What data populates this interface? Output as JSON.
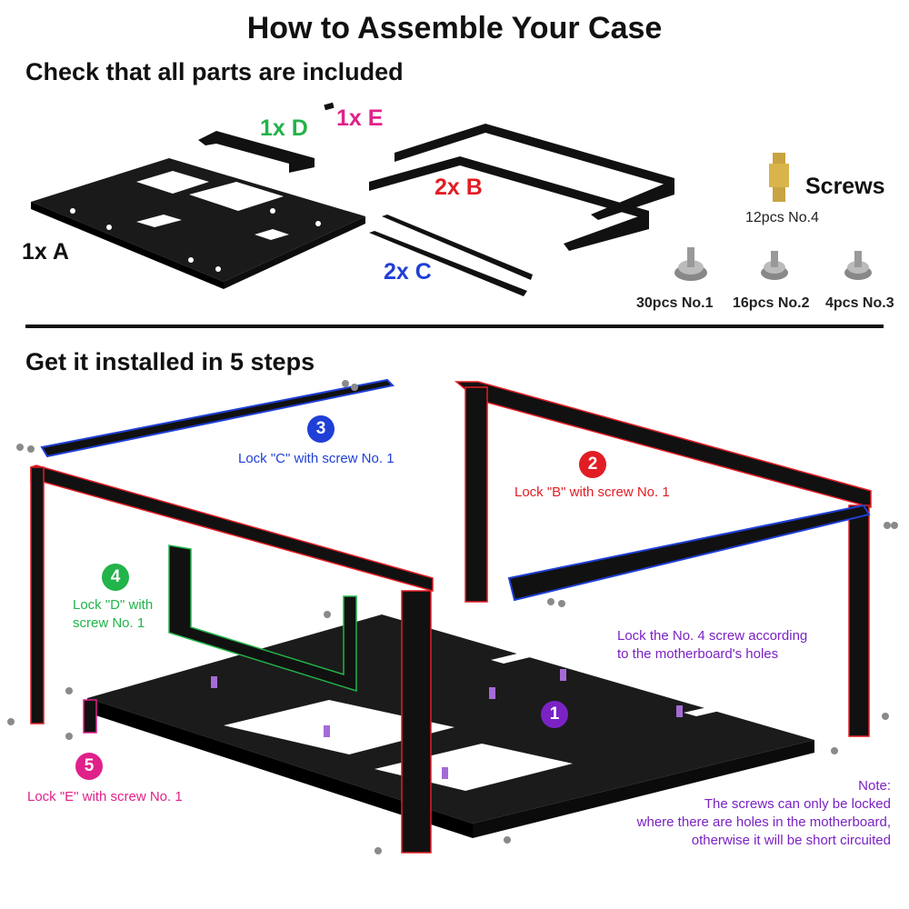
{
  "header": {
    "title": "How to Assemble Your Case",
    "parts_heading": "Check that all parts are included",
    "steps_heading": "Get it installed in 5 steps"
  },
  "parts": {
    "a": {
      "label": "1x A",
      "color": "#111111"
    },
    "b": {
      "label": "2x B",
      "color": "#e11d24"
    },
    "c": {
      "label": "2x C",
      "color": "#1f3fd6"
    },
    "d": {
      "label": "1x D",
      "color": "#22b34a"
    },
    "e": {
      "label": "1x E",
      "color": "#e0218a"
    }
  },
  "screws": {
    "heading": "Screws",
    "no4": "12pcs No.4",
    "no1": "30pcs No.1",
    "no2": "16pcs No.2",
    "no3": "4pcs No.3"
  },
  "steps": [
    {
      "number": "1",
      "color": "#7b22c4",
      "text": "Lock the No. 4 screw according",
      "text2": "to the motherboard's holes"
    },
    {
      "number": "2",
      "color": "#e11d24",
      "text": "Lock \"B\" with screw No. 1"
    },
    {
      "number": "3",
      "color": "#1f3fd6",
      "text": "Lock \"C\" with screw No. 1"
    },
    {
      "number": "4",
      "color": "#22b34a",
      "text": "Lock \"D\" with",
      "text2": "screw No. 1"
    },
    {
      "number": "5",
      "color": "#e0218a",
      "text": "Lock \"E\" with screw No. 1"
    }
  ],
  "note": {
    "heading": "Note:",
    "line1": "The screws can only be locked",
    "line2": "where there are holes in the motherboard,",
    "line3": "otherwise it will be short circuited"
  }
}
